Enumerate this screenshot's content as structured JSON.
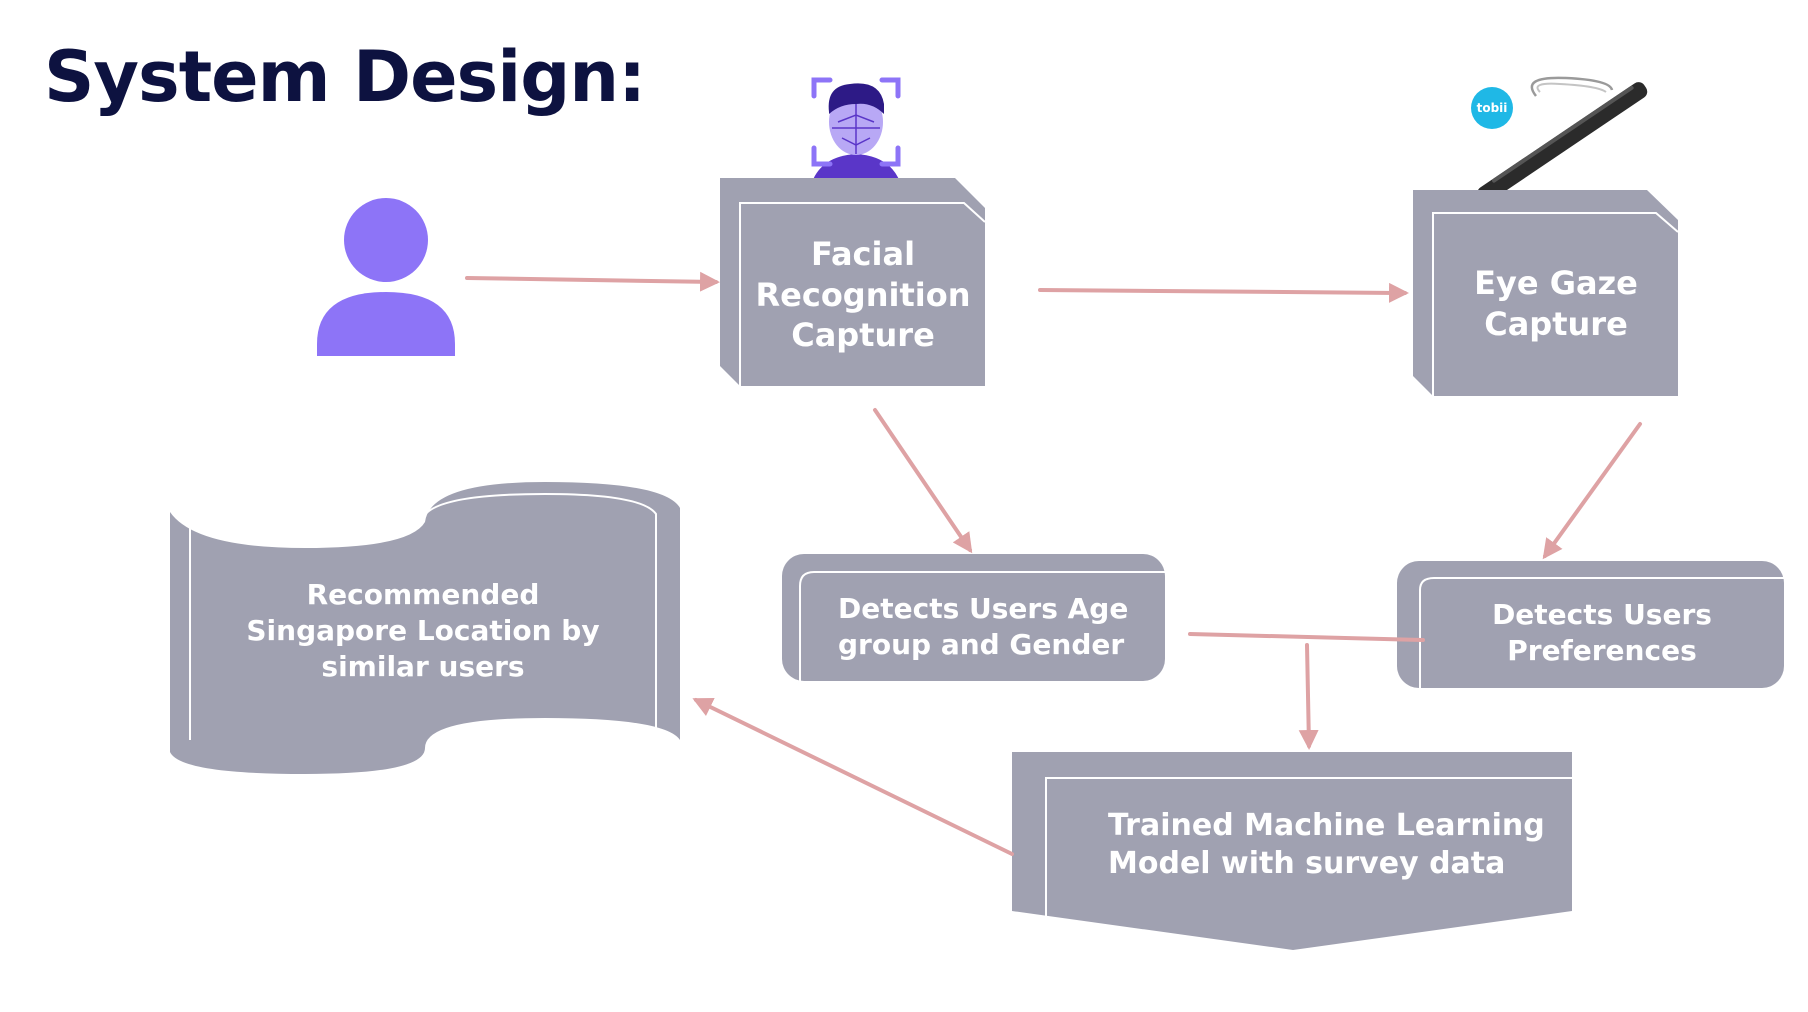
{
  "title": "System Design:",
  "colors": {
    "title_text": "#0d1240",
    "box_fill": "#a0a1b1",
    "box_inner_line": "#ffffff",
    "arrow": "#dea2a4",
    "user_icon": "#8d74f7",
    "face_icon_frame": "#8d74f7",
    "face_icon_hair": "#2d1a86",
    "face_icon_skin": "#b8a8f5",
    "face_icon_shirt": "#5a36c8",
    "tracker_body": "#2b2b2b",
    "tracker_logo": "#1fb8e6"
  },
  "icons": {
    "user": "user-icon",
    "face_scan": "face-scan-icon",
    "eye_tracker": "eye-tracker-device-icon"
  },
  "device_logo": "tobii",
  "nodes": {
    "facial_capture": {
      "lines": [
        "Facial",
        "Recognition",
        "Capture"
      ]
    },
    "eye_gaze": {
      "lines": [
        "Eye Gaze",
        "Capture"
      ]
    },
    "age_gender": {
      "lines": [
        "Detects Users Age",
        "group and Gender"
      ]
    },
    "preferences": {
      "lines": [
        "Detects Users",
        "Preferences"
      ]
    },
    "ml_model": {
      "lines": [
        "Trained Machine Learning",
        "Model with survey data"
      ]
    },
    "recommendation": {
      "lines": [
        "Recommended",
        "Singapore Location by",
        "similar users"
      ]
    }
  }
}
